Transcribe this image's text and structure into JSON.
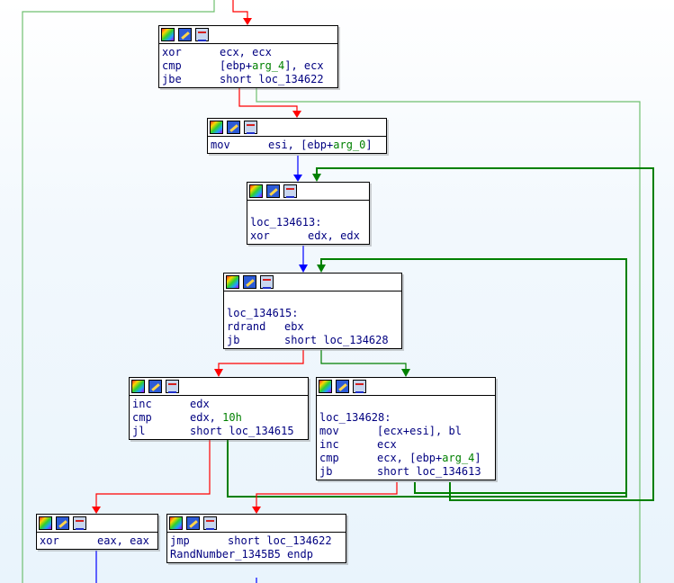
{
  "colors": {
    "true_edge": "#008000",
    "false_edge": "#ff0000",
    "uncond_edge": "#0000ff",
    "back_edge": "#70c070"
  },
  "icons": [
    "graph-overview-icon",
    "edit-node-icon",
    "xrefs-icon"
  ],
  "nodes": {
    "n1": {
      "lines": [
        {
          "m": "xor",
          "ops": [
            {
              "t": "ecx, ecx"
            }
          ]
        },
        {
          "m": "cmp",
          "ops": [
            {
              "t": "[ebp+"
            },
            {
              "t": "arg_4",
              "c": "grn"
            },
            {
              "t": "], ecx"
            }
          ]
        },
        {
          "m": "jbe",
          "ops": [
            {
              "t": "short loc_134622"
            }
          ]
        }
      ]
    },
    "n2": {
      "lines": [
        {
          "m": "mov",
          "ops": [
            {
              "t": "esi, [ebp+"
            },
            {
              "t": "arg_0",
              "c": "grn"
            },
            {
              "t": "]"
            }
          ]
        }
      ]
    },
    "n3": {
      "lines": [
        {
          "blank": true
        },
        {
          "label": "loc_134613:"
        },
        {
          "m": "xor",
          "ops": [
            {
              "t": "edx, edx"
            }
          ]
        }
      ]
    },
    "n4": {
      "lines": [
        {
          "blank": true
        },
        {
          "label": "loc_134615:"
        },
        {
          "m": "rdrand",
          "ops": [
            {
              "t": "ebx"
            }
          ]
        },
        {
          "m": "jb",
          "ops": [
            {
              "t": "short loc_134628"
            }
          ]
        }
      ]
    },
    "n5": {
      "lines": [
        {
          "m": "inc",
          "ops": [
            {
              "t": "edx"
            }
          ]
        },
        {
          "m": "cmp",
          "ops": [
            {
              "t": "edx, "
            },
            {
              "t": "10h",
              "c": "grn"
            }
          ]
        },
        {
          "m": "jl",
          "ops": [
            {
              "t": "short loc_134615"
            }
          ]
        }
      ]
    },
    "n6": {
      "lines": [
        {
          "blank": true
        },
        {
          "label": "loc_134628:"
        },
        {
          "m": "mov",
          "ops": [
            {
              "t": "[ecx+esi], bl"
            }
          ]
        },
        {
          "m": "inc",
          "ops": [
            {
              "t": "ecx"
            }
          ]
        },
        {
          "m": "cmp",
          "ops": [
            {
              "t": "ecx, [ebp+"
            },
            {
              "t": "arg_4",
              "c": "grn"
            },
            {
              "t": "]"
            }
          ]
        },
        {
          "m": "jb",
          "ops": [
            {
              "t": "short loc_134613"
            }
          ]
        }
      ]
    },
    "n7": {
      "lines": [
        {
          "m": "xor",
          "ops": [
            {
              "t": "eax, eax"
            }
          ]
        }
      ]
    },
    "n8": {
      "lines": [
        {
          "m": "jmp",
          "ops": [
            {
              "t": "short loc_134622"
            }
          ]
        },
        {
          "label": "RandNumber_1345B5 endp"
        }
      ]
    }
  }
}
